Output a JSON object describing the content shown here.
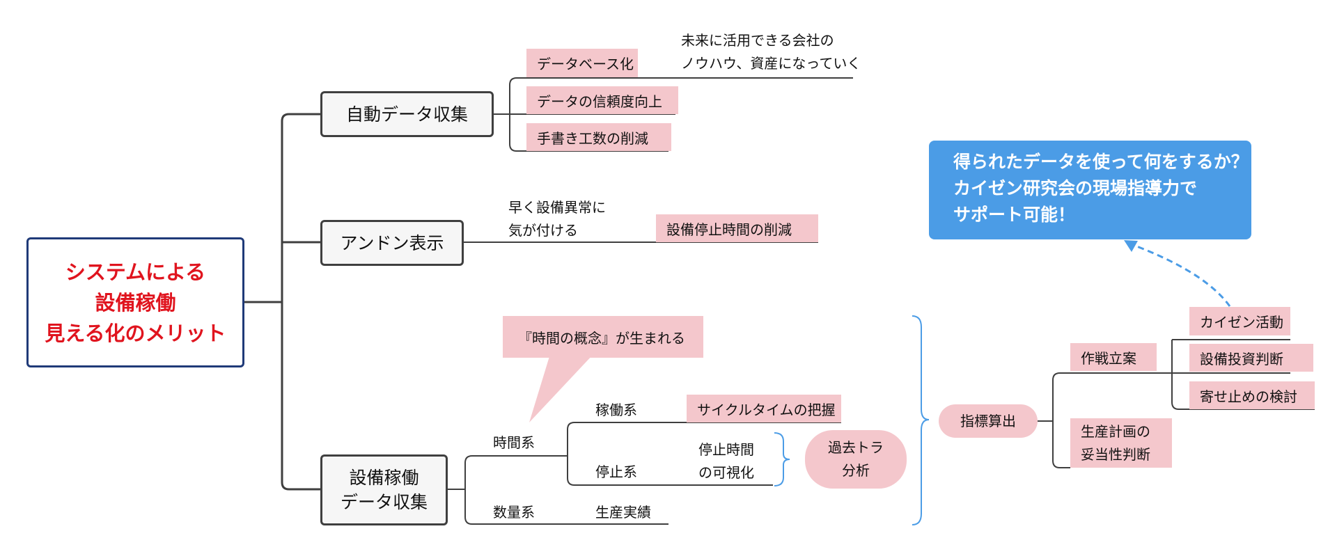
{
  "root": {
    "lines": [
      "システムによる",
      "設備稼働",
      "見える化のメリット"
    ]
  },
  "branches": {
    "auto_collect": "自動データ収集",
    "andon": "アンドン表示",
    "equipment": [
      "設備稼働",
      "データ収集"
    ]
  },
  "auto_items": {
    "database": "データベース化",
    "reliability": "データの信頼度向上",
    "handwriting": "手書き工数の削減",
    "future_note": [
      "未来に活用できる会社の",
      "ノウハウ、資産になっていく"
    ]
  },
  "andon_items": {
    "early_detect": [
      "早く設備異常に",
      "気が付ける"
    ],
    "stop_reduce": "設備停止時間の削減"
  },
  "time_concept": "『時間の概念』が生まれる",
  "equipment_items": {
    "time": "時間系",
    "quantity": "数量系",
    "operation": "稼働系",
    "stoppage": "停止系",
    "cycle_time": "サイクルタイムの把握",
    "stop_visual": [
      "停止時間",
      "の可視化"
    ],
    "production": "生産実績",
    "past_analysis": [
      "過去トラ",
      "分析"
    ]
  },
  "metrics": {
    "calc": "指標算出",
    "strategy": "作戦立案",
    "plan_check": [
      "生産計画の",
      "妥当性判断"
    ],
    "kaizen": "カイゼン活動",
    "investment": "設備投資判断",
    "consolidation": "寄せ止めの検討"
  },
  "callout": [
    "得られたデータを使って何をするか？",
    "カイゼン研究会の現場指導力で",
    "サポート可能！"
  ],
  "colors": {
    "root_text": "#e0141e",
    "root_border": "#1f3a78",
    "pink": "#f4c7cc",
    "callout": "#4b9ce6",
    "brace": "#4b9ce6",
    "line": "#3f3f3f"
  }
}
